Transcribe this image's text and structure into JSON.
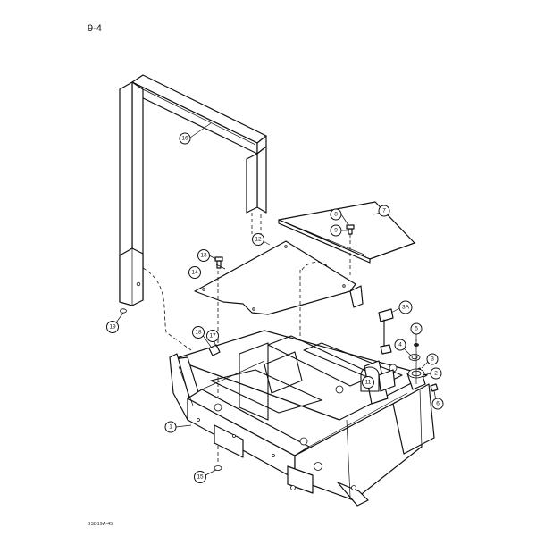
{
  "page": {
    "page_number": "9-4",
    "figure_code": "BSD19A-45"
  },
  "callouts": [
    "1",
    "2",
    "3",
    "3A",
    "4",
    "5",
    "6",
    "7",
    "8",
    "9",
    "11",
    "12",
    "13",
    "14",
    "15",
    "16",
    "17",
    "18",
    "19"
  ]
}
